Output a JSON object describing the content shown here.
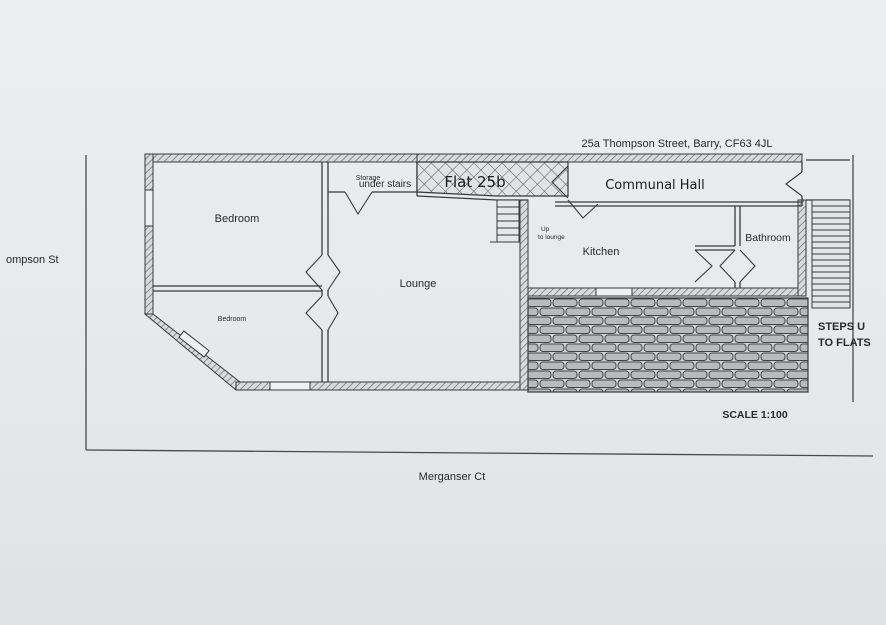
{
  "plan": {
    "address": "25a Thompson Street, Barry, CF63 4JL",
    "street_left": "ompson St",
    "street_bottom": "Merganser Ct",
    "scale": "SCALE 1:100",
    "steps_line1": "STEPS U",
    "steps_line2": "TO FLATS",
    "flat_label": "Flat 25b",
    "communal_hall": "Communal Hall",
    "rooms": {
      "bedroom1": "Bedroom",
      "bedroom2": "Bedroom",
      "lounge": "Lounge",
      "kitchen": "Kitchen",
      "bathroom": "Bathroom",
      "storage_line1": "Storage",
      "storage_line2": "under stairs",
      "up_line1": "Up",
      "up_line2": "to lounge"
    }
  },
  "colors": {
    "paper": "#e9eaee",
    "line": "#3a3a3a",
    "wall_hatch": "#6a6a6a",
    "paving": "#bfbfbf"
  }
}
